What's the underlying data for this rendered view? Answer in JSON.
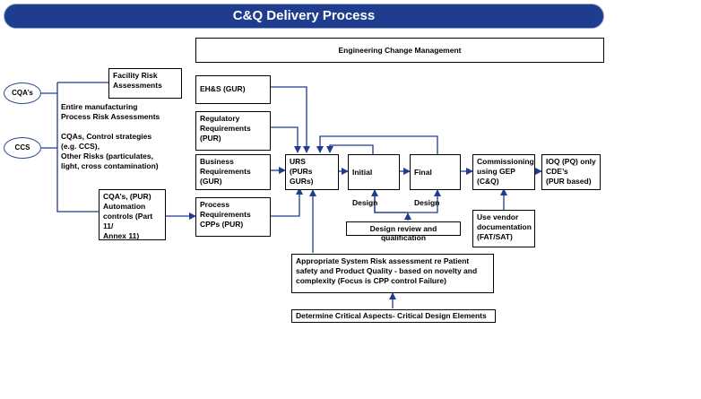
{
  "title": "C&Q Delivery Process",
  "inputs": {
    "cqa": "CQA’s",
    "ccs": "CCS"
  },
  "boxes": {
    "ecm": "Engineering Change Management",
    "facility_risk": "Facility Risk\nAssessments",
    "process_risk": "Entire manufacturing\nProcess Risk Assessments\n\nCQAs, Control strategies\n(e.g. CCS),\nOther Risks (particulates,\nlight, cross contamination)",
    "automation": "CQA’s, (PUR)\nAutomation\ncontrols (Part 11/\nAnnex 11)",
    "ehs": "EH&S (GUR)",
    "regulatory": "Regulatory\nRequirements\n(PUR)",
    "business": "Business\nRequirements\n(GUR)",
    "process_req": "Process\nRequirements\nCPPs (PUR)",
    "urs": "URS\n(PURs\nGURs)",
    "initial_design": "Initial Design",
    "final_design": "Final Design",
    "commissioning": "Commissioning\nusing GEP\n(C&Q)",
    "ioq": "IOQ (PQ) only\nCDE’s\n(PUR based)",
    "vendor_docs": "Use vendor\ndocumentation\n(FAT/SAT)",
    "design_review": "Design review and qualification",
    "risk_assessment": "Appropriate System Risk assessment re Patient\nsafety and Product Quality - based on novelty and\ncomplexity (Focus is CPP control Failure)",
    "critical_aspects": "Determine Critical Aspects- Critical Design Elements"
  },
  "colors": {
    "banner": "#1f3d8f",
    "arrow": "#1f3d8f",
    "ellipse_border": "#2c4a8c"
  }
}
